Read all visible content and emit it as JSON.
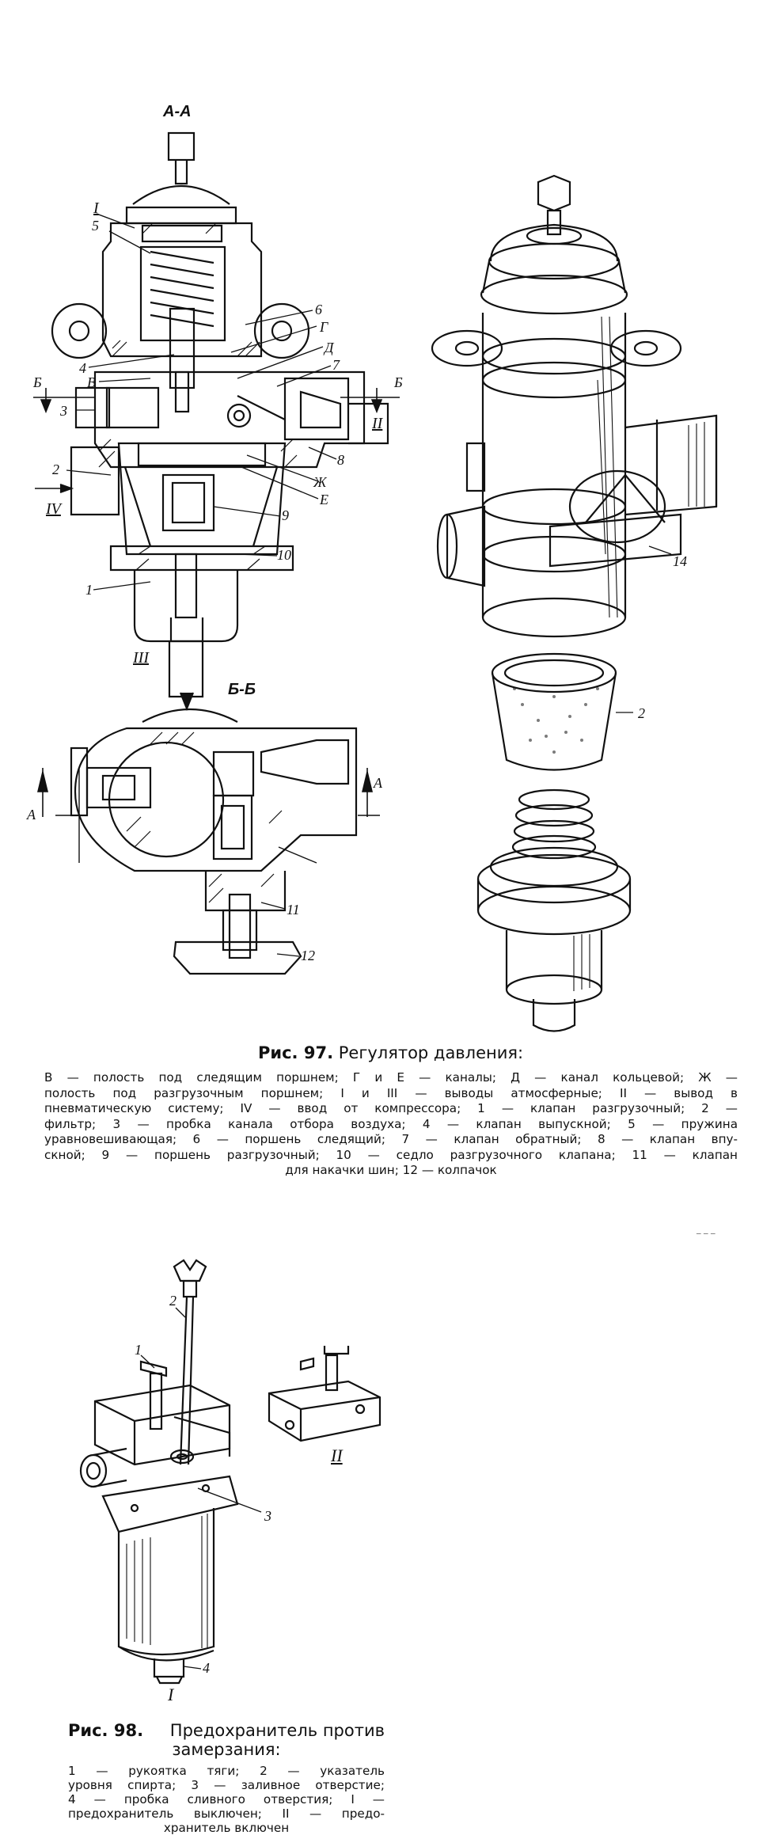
{
  "figure97": {
    "callouts": {
      "section_aa": "А-А",
      "section_bb": "Б-Б",
      "b_left": "Б",
      "b_right": "Б",
      "a_left": "А",
      "a_right": "А",
      "r1": "I",
      "r2": "II",
      "r3": "III",
      "r4": "IV",
      "n1": "1",
      "n2": "2",
      "n3": "3",
      "n4": "4",
      "n5": "5",
      "n6": "6",
      "n7": "7",
      "n8": "8",
      "n9": "9",
      "n10": "10",
      "n11": "11",
      "n12": "12",
      "n14": "14",
      "n2b": "2",
      "l_v": "В",
      "l_g": "Г",
      "l_d": "Д",
      "l_e": "Е",
      "l_zh": "Ж"
    },
    "title_prefix": "Рис. 97.",
    "title_text": "Регулятор давления:",
    "legend_lines": [
      "В — полость под следящим поршнем; Г и Е — каналы; Д — канал кольцевой; Ж —",
      "полость под разгрузочным поршнем; I и III — выводы атмосферные; II — вывод в",
      "пневматическую систему; IV — ввод от компрессора; 1 — клапан разгрузочный; 2 —",
      "фильтр; 3 — пробка канала отбора воздуха; 4 — клапан выпускной; 5 — пружина",
      "уравновешивающая; 6 — поршень следящий; 7 — клапан обратный; 8 — клапан впу-",
      "скной; 9 — поршень разгрузочный; 10 — седло разгрузочного клапана; 11 — клапан",
      "для накачки шин; 12 — колпачок"
    ]
  },
  "page_number": "_ _ _",
  "figure98": {
    "callouts": {
      "n1": "1",
      "n2": "2",
      "n3": "3",
      "n4": "4",
      "r1": "I",
      "r2": "II"
    },
    "title_prefix": "Рис. 98.",
    "title_line1": "Предохранитель против",
    "title_line2": "замерзания:",
    "legend_lines": [
      "1 — рукоятка тяги; 2 — указатель",
      "уровня спирта; 3 — заливное отверстие;",
      "4 — пробка сливного отверстия; I —",
      "предохранитель выключен; II — предо-",
      "хранитель включен"
    ]
  }
}
